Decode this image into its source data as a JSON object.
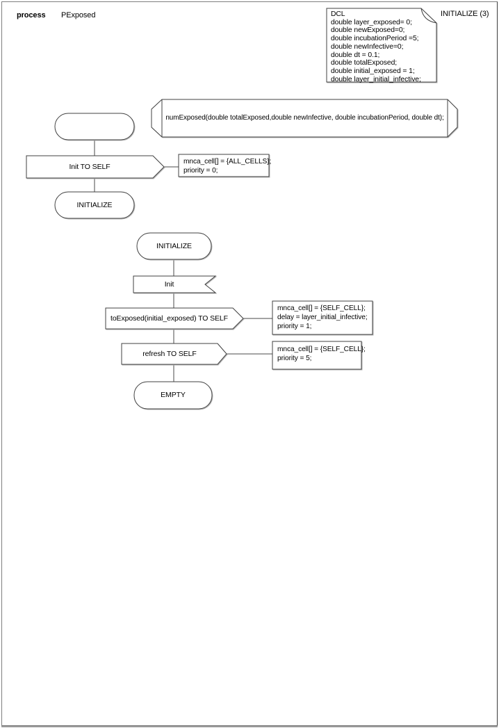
{
  "page": {
    "kind_label": "process",
    "process_name": "PExposed",
    "page_label": "INITIALIZE (3)"
  },
  "dcl_box": {
    "lines": [
      "DCL",
      "double layer_exposed= 0;",
      "double newExposed=0;",
      "double incubationPeriod =5;",
      "double newInfective=0;",
      "double dt = 0.1;",
      "double totalExposed;",
      "double initial_exposed = 1;",
      "double layer_initial_infective;"
    ]
  },
  "signature": {
    "text": "numExposed(double totalExposed,double newInfective, double incubationPeriod, double dt);"
  },
  "start_flow": {
    "output_signal": "Init TO SELF",
    "comment_lines": [
      "mnca_cell[] = {ALL_CELLS};",
      "priority = 0;"
    ],
    "next_state": "INITIALIZE"
  },
  "init_flow": {
    "state": "INITIALIZE",
    "input_signal": "Init",
    "output_signal_1": "toExposed(initial_exposed) TO SELF",
    "comment_1_lines": [
      "mnca_cell[] = {SELF_CELL};",
      "delay = layer_initial_infective;",
      "priority = 1;"
    ],
    "output_signal_2": "refresh TO SELF",
    "comment_2_lines": [
      "mnca_cell[] = {SELF_CELL};",
      "priority = 5;"
    ],
    "end_state": "EMPTY"
  }
}
